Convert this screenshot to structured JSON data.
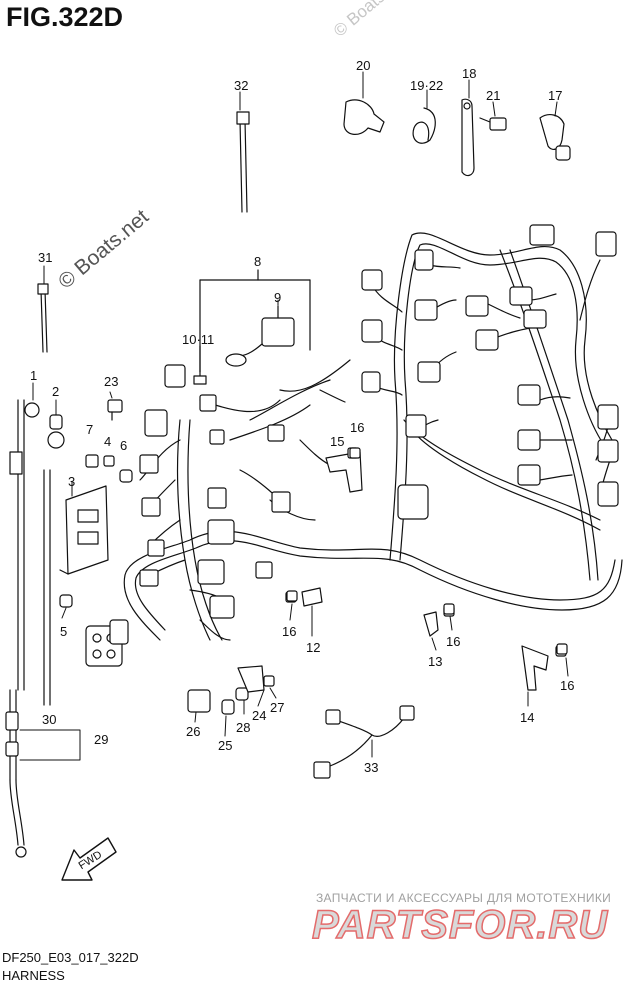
{
  "title": "FIG.322D",
  "footer": {
    "code": "DF250_E03_017_322D",
    "name": "HARNESS"
  },
  "watermarks": {
    "boats_large": "© Boats.net",
    "boats_small": "© Boats.net",
    "shop_tagline": "ЗАПЧАСТИ И АКСЕССУАРЫ ДЛЯ МОТОТЕХНИКИ",
    "shop_brand": "PARTSFOR.RU"
  },
  "callouts": {
    "c1": "1",
    "c2": "2",
    "c3": "3",
    "c4": "4",
    "c5": "5",
    "c6": "6",
    "c7": "7",
    "c8": "8",
    "c9": "9",
    "c10_11": "10·11",
    "c12": "12",
    "c13": "13",
    "c14": "14",
    "c15": "15",
    "c16a": "16",
    "c16b": "16",
    "c16c": "16",
    "c16d": "16",
    "c17": "17",
    "c18": "18",
    "c19_22": "19·22",
    "c20": "20",
    "c21": "21",
    "c23": "23",
    "c24": "24",
    "c25": "25",
    "c26": "26",
    "c27": "27",
    "c28": "28",
    "c29": "29",
    "c30": "30",
    "c31": "31",
    "c32": "32",
    "c33": "33"
  },
  "fwd_label": "FWD"
}
